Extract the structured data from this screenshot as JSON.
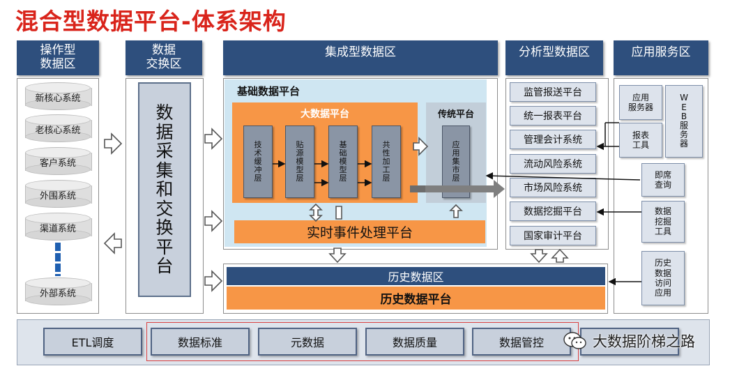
{
  "title": "混合型数据平台-体系架构",
  "zones": {
    "ops": "操作型\n数据区",
    "exchange": "数据\n交换区",
    "integrated": "集成型数据区",
    "analysis": "分析型数据区",
    "app": "应用服务区"
  },
  "ops_systems": [
    "新核心系统",
    "老核心系统",
    "客户系统",
    "外围系统",
    "渠道系统",
    "外部系统"
  ],
  "exchange_platform": "数据采集和交换平台",
  "base_platform": "基础数据平台",
  "bigdata_platform": "大数据平台",
  "bigdata_layers": [
    "技术缓冲层",
    "贴源模型层",
    "基础模型层",
    "共性加工层"
  ],
  "traditional_platform": "传统平台",
  "app_mart": "应用集市层",
  "realtime_platform": "实时事件处理平台",
  "history_zone": "历史数据区",
  "history_platform": "历史数据平台",
  "analysis_systems": [
    "监管报送平台",
    "统一报表平台",
    "管理会计系统",
    "流动风险系统",
    "市场风险系统",
    "数据挖掘平台",
    "国家审计平台"
  ],
  "app_services": {
    "app_server": "应用\n服务器",
    "web_server": "WEB服务器",
    "report_tool": "报表\n工具",
    "adhoc_query": "即席\n查询",
    "mining_tool": "数据\n挖掘\n工具",
    "history_access": "历史\n数据\n访问\n应用"
  },
  "bottom": [
    "ETL调度",
    "数据标准",
    "元数据",
    "数据质量",
    "数据管控"
  ],
  "watermark": "大数据阶梯之路",
  "colors": {
    "navy": "#2e4f7d",
    "orange": "#f79646",
    "light_blue": "#cfe6f2",
    "title_red": "#d9241b"
  }
}
